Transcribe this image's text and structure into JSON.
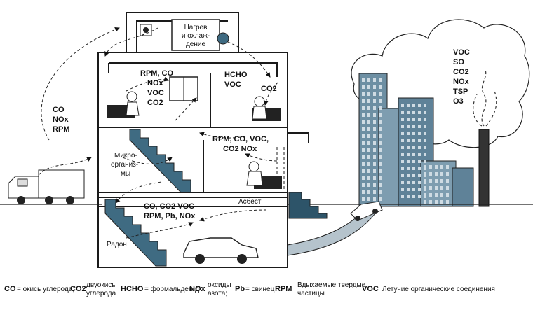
{
  "diagram": {
    "hvac_label_line1": "Нагрев",
    "hvac_label_line2": "и охлаж-",
    "hvac_label_line3": "дение",
    "outdoor_left": [
      "CO",
      "NOx",
      "RPM"
    ],
    "smoke_pollutants": [
      "VOC",
      "SO",
      "CO2",
      "NOx",
      "TSP",
      "O3"
    ],
    "room_top_left": [
      "RPM, CO",
      "NOx",
      "VOC",
      "CO2"
    ],
    "room_top_right": [
      "HCHO",
      "VOC"
    ],
    "room_top_right_person": "CO2",
    "floor_mid": [
      "RPM, CO, VOC,",
      "CO2 NOx"
    ],
    "microorganisms": [
      "Микро-",
      "организ-",
      "мы"
    ],
    "asbestos": "Асбест",
    "basement": [
      "CO, CO2 VOC",
      "RPM, Pb, NOx"
    ],
    "radon": "Радон"
  },
  "legend": {
    "co_term": "CO",
    "co_def": "= окись углерода;",
    "co2_term": "CO2",
    "co2_def_line1": "двуокись",
    "co2_def_line2": "углерода",
    "hcho_term": "HCHO",
    "hcho_def": "= формальдегид",
    "nox_term": "NOx",
    "nox_def_line1": "оксиды",
    "nox_def_line2": "азота;",
    "pb_term": "Pb",
    "pb_def": "= свинец",
    "rpm_term": "RPM",
    "rpm_def_line1": "Вдыхаемые твердые",
    "rpm_def_line2": "частицы",
    "voc_term": "VOC",
    "voc_def": "Летучие органические   соединения"
  },
  "colors": {
    "buildings": "#6d8fa3",
    "stairs": "#3f6b82",
    "outline": "#1a1a1a"
  }
}
